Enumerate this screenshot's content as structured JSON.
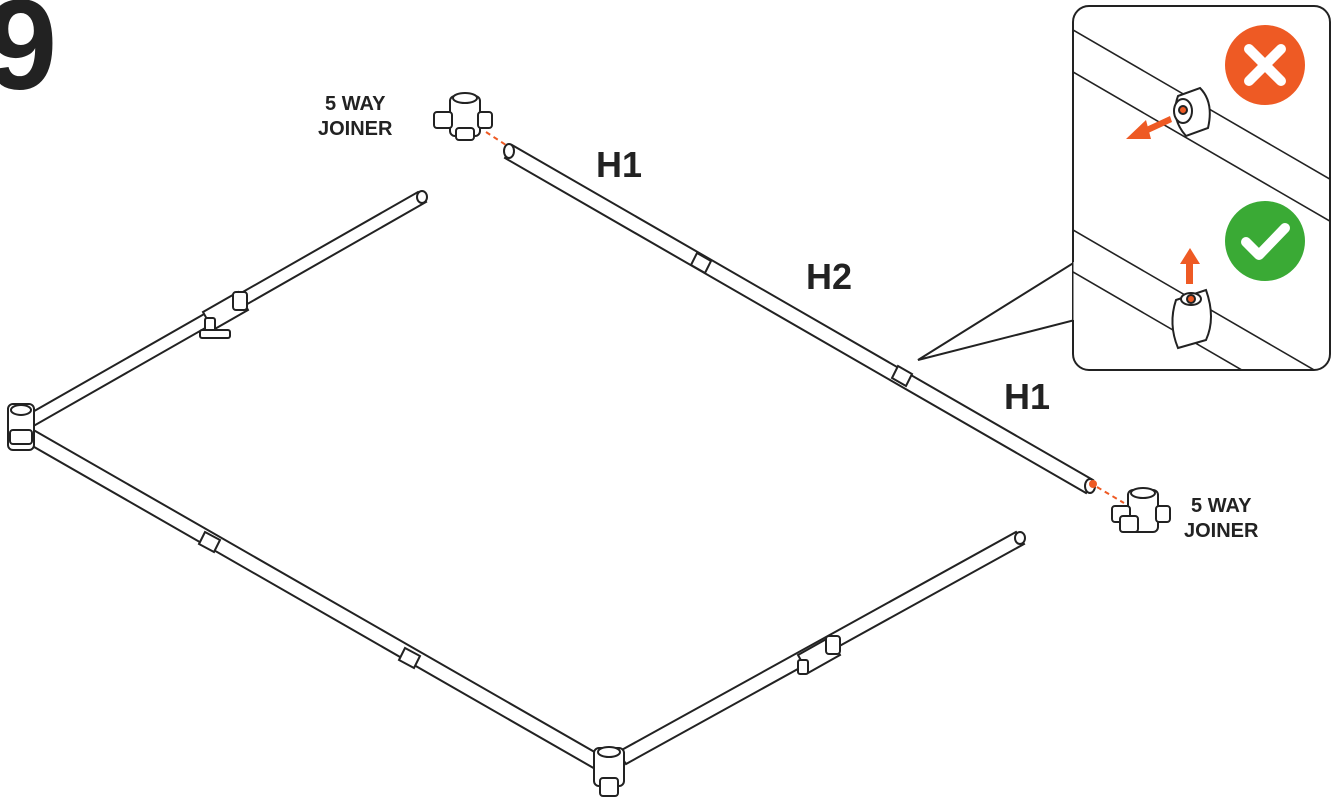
{
  "step": {
    "number": "9"
  },
  "labels": {
    "joiner_top": [
      "5 WAY",
      "JOINER"
    ],
    "joiner_right": [
      "5 WAY",
      "JOINER"
    ],
    "h1_top": "H1",
    "h2": "H2",
    "h1_bottom": "H1"
  },
  "inset": {
    "wrong_icon": "cross-icon",
    "correct_icon": "check-icon"
  },
  "colors": {
    "line": "#222222",
    "accent_orange": "#ee5a24",
    "wrong_red": "#ee5a24",
    "correct_green": "#3aaa35"
  }
}
